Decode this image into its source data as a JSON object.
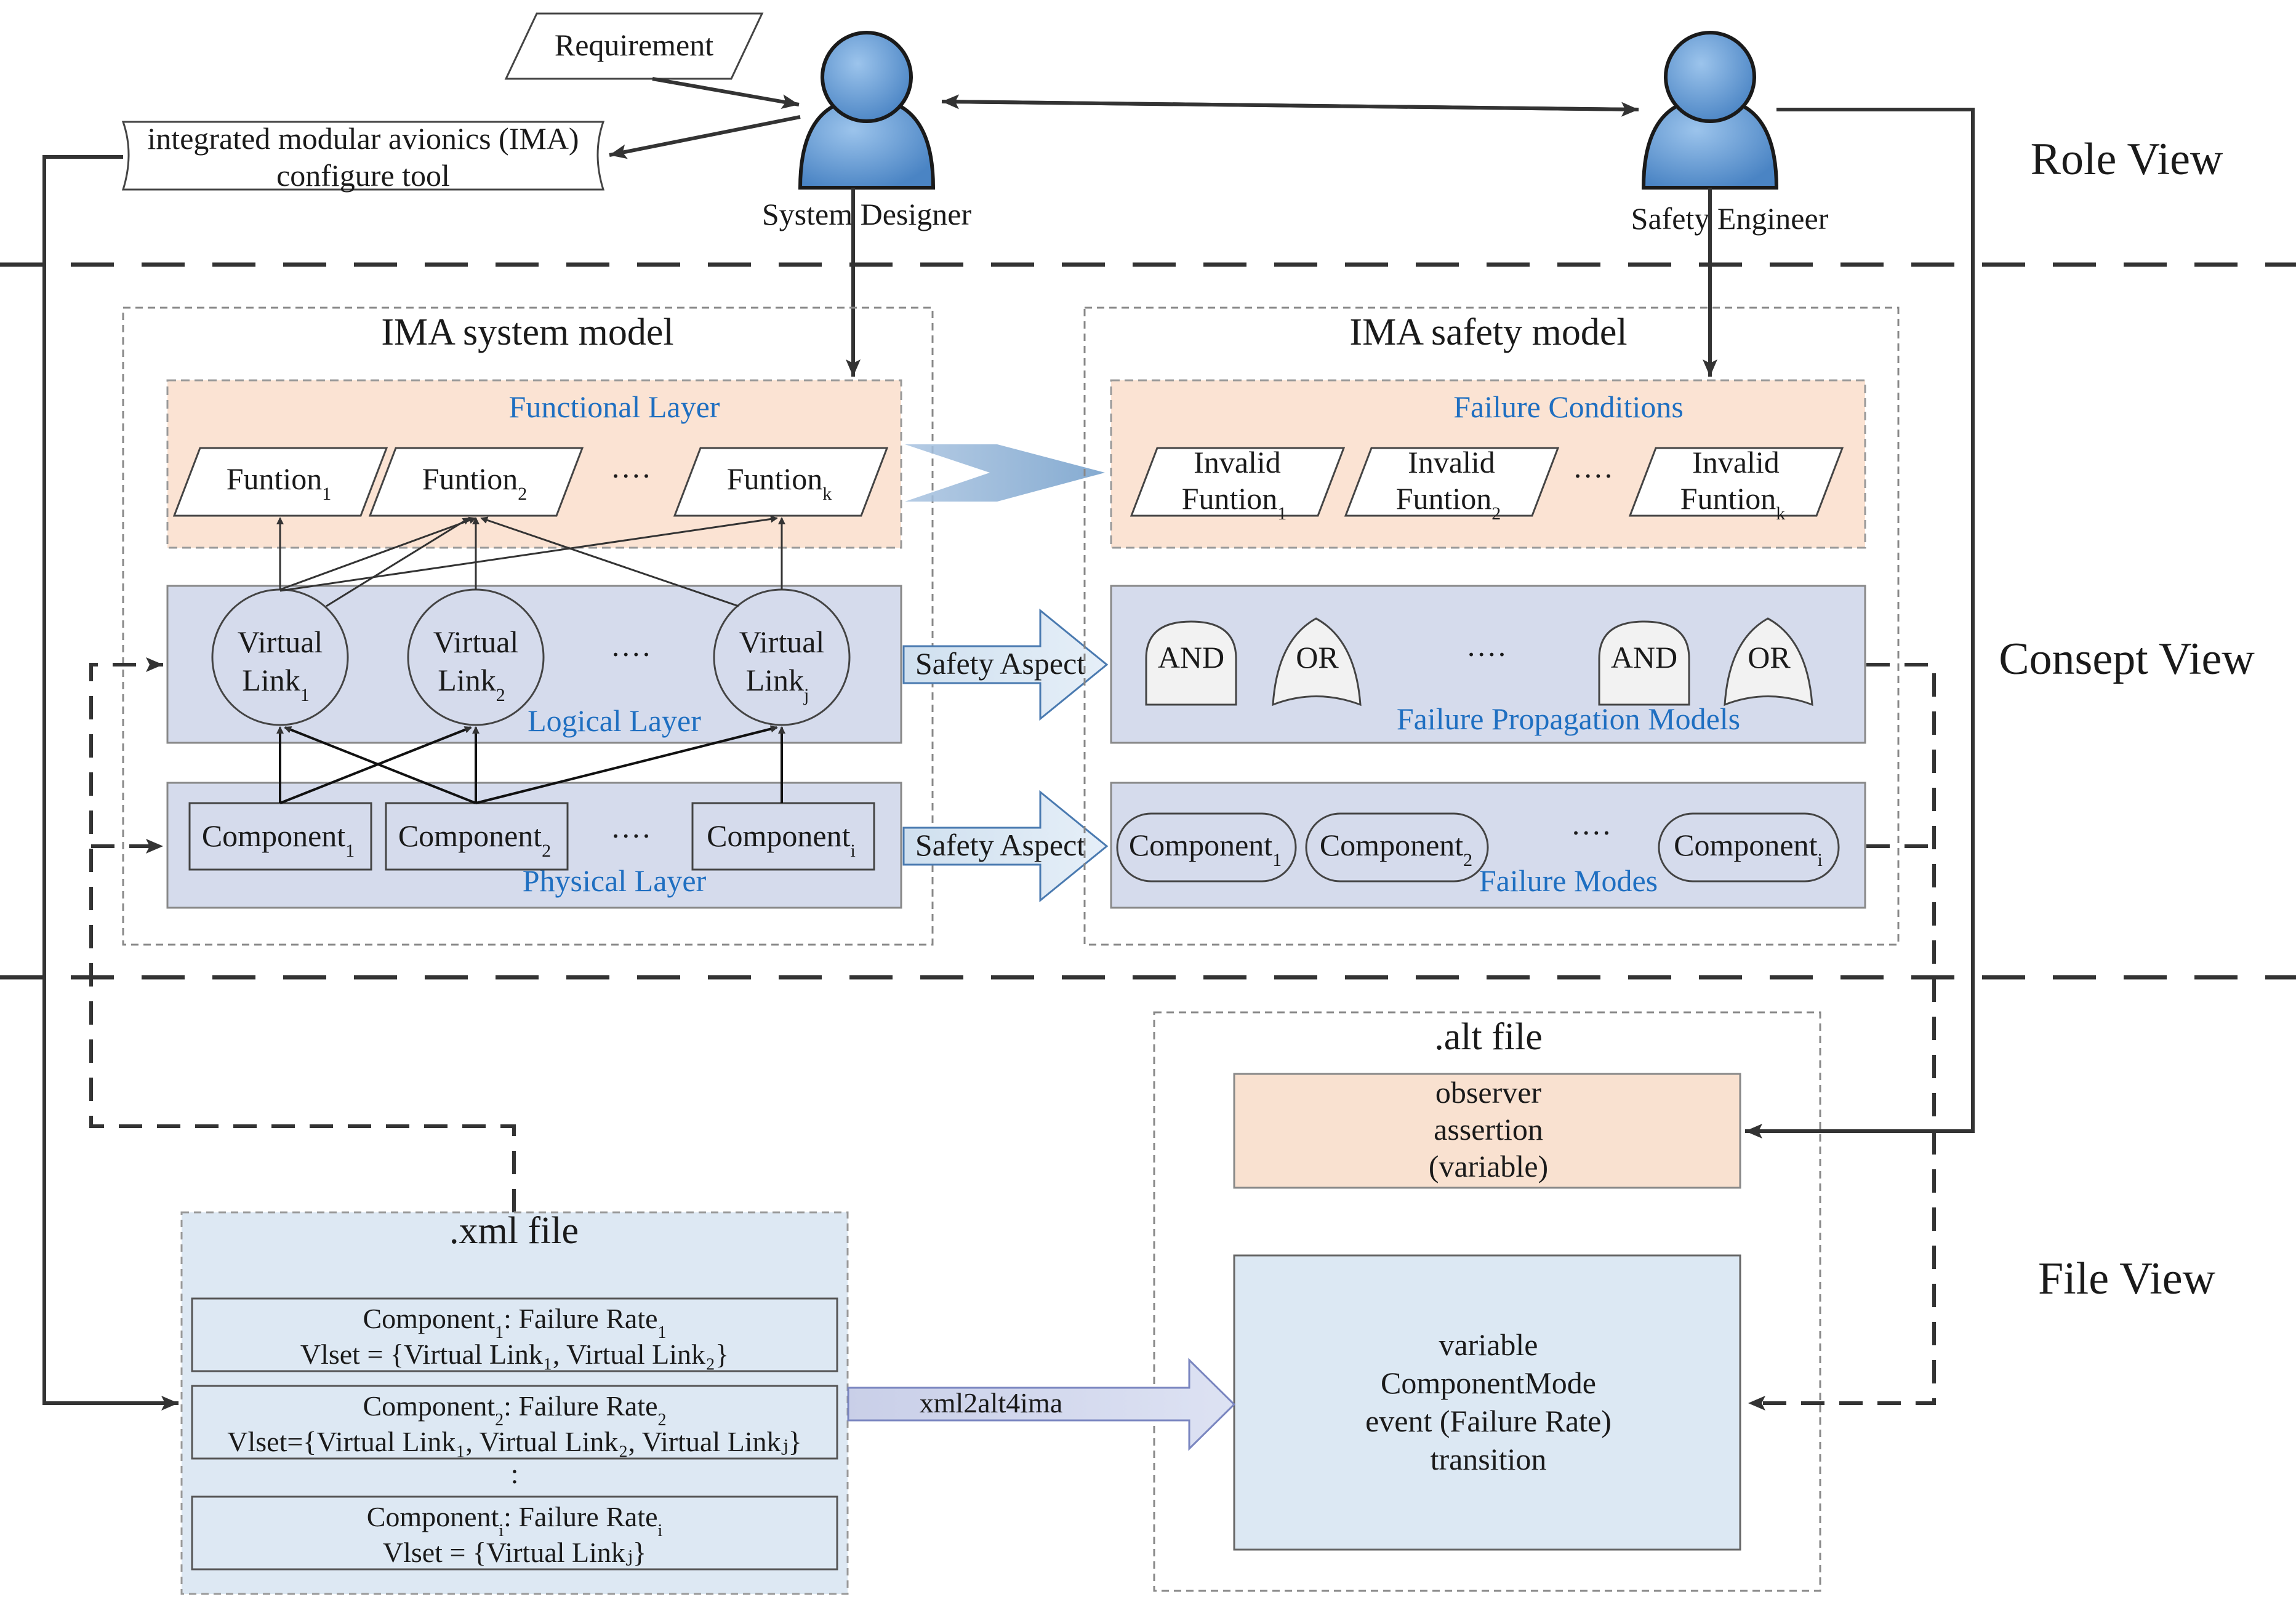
{
  "roles": {
    "requirement": "Requirement",
    "ima_tool_line1": "integrated modular avionics (IMA)",
    "ima_tool_line2": "configure tool",
    "system_designer": "System Designer",
    "safety_engineer": "Safety Engineer"
  },
  "views": {
    "role": "Role View",
    "concept": "Consept View",
    "file": "File View"
  },
  "system_model": {
    "title": "IMA system model",
    "functional_layer": "Functional Layer",
    "logical_layer": "Logical Layer",
    "physical_layer": "Physical Layer",
    "ellipsis": "····",
    "functions": [
      {
        "name": "Funtion",
        "sub": "1"
      },
      {
        "name": "Funtion",
        "sub": "2"
      },
      {
        "name": "Funtion",
        "sub": "k"
      }
    ],
    "virtual_links": [
      {
        "line1": "Virtual",
        "line2": "Link",
        "sub": "1"
      },
      {
        "line1": "Virtual",
        "line2": "Link",
        "sub": "2"
      },
      {
        "line1": "Virtual",
        "line2": "Link",
        "sub": "j"
      }
    ],
    "components": [
      {
        "name": "Component",
        "sub": "1"
      },
      {
        "name": "Component",
        "sub": "2"
      },
      {
        "name": "Component",
        "sub": "i"
      }
    ]
  },
  "safety_model": {
    "title": "IMA safety model",
    "failure_conditions": "Failure Conditions",
    "failure_propagation": "Failure Propagation Models",
    "failure_modes": "Failure Modes",
    "ellipsis": "····",
    "invalid_functions": [
      {
        "line1": "Invalid",
        "line2": "Funtion",
        "sub": "1"
      },
      {
        "line1": "Invalid",
        "line2": "Funtion",
        "sub": "2"
      },
      {
        "line1": "Invalid",
        "line2": "Funtion",
        "sub": "k"
      }
    ],
    "gates": [
      "AND",
      "OR",
      "AND",
      "OR"
    ],
    "components": [
      {
        "name": "Component",
        "sub": "1"
      },
      {
        "name": "Component",
        "sub": "2"
      },
      {
        "name": "Component",
        "sub": "i"
      }
    ]
  },
  "safety_aspect_label": "Safety Aspect",
  "alt_file": {
    "title": ".alt file",
    "observer": [
      "observer",
      "assertion",
      "(variable)"
    ],
    "model": [
      "variable",
      "ComponentMode",
      "event (Failure Rate)",
      "transition"
    ]
  },
  "xml_file": {
    "title": ".xml file",
    "entry1_line1": "Component",
    "entry1_sub": "1",
    "entry1_suffix": ": Failure Rate",
    "entry1_suffix_sub": "1",
    "entry1_line2": "Vlset = {Virtual Link₁, Virtual Link₂}",
    "entry2_line1": "Component",
    "entry2_sub": "2",
    "entry2_suffix": ": Failure Rate",
    "entry2_suffix_sub": "2",
    "entry2_line2": "Vlset={Virtual Link₁, Virtual Link₂, Virtual Linkⱼ}",
    "vdots": ":",
    "entry3_line1": "Component",
    "entry3_sub": "i",
    "entry3_suffix": ": Failure Rate",
    "entry3_suffix_sub": "i",
    "entry3_line2": "Vlset = {Virtual Linkⱼ}"
  },
  "converter_label": "xml2alt4ima",
  "colors": {
    "functional_fill": "#fbe3d3",
    "layer_fill": "#d5dbec",
    "xml_fill": "#dde8f3",
    "alt_model_fill": "#dce8f3",
    "observer_fill": "#f9e1d0",
    "person_blue": "#6a9fd6",
    "label_blue": "#1f6fc1"
  }
}
